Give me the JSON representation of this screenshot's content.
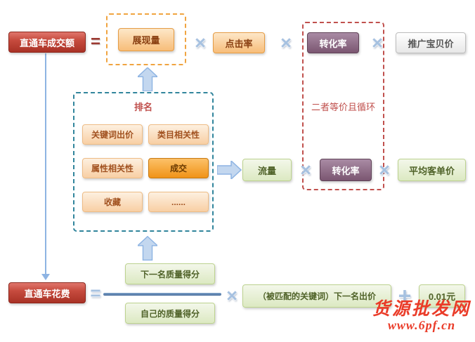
{
  "formula_top": {
    "result": "直通车成交额",
    "impressions": "展现量",
    "ctr": "点击率",
    "cvr": "转化率",
    "price": "推广宝贝价"
  },
  "ranking": {
    "title": "排名",
    "items": [
      "关键词出价",
      "类目相关性",
      "属性相关性",
      "成交",
      "收藏",
      "......"
    ]
  },
  "formula_mid": {
    "traffic": "流量",
    "cvr": "转化率",
    "avg_price": "平均客单价"
  },
  "loop_note": "二者等价且循环",
  "formula_bottom": {
    "result": "直通车花费",
    "numerator": "下一名质量得分",
    "denominator": "自己的质量得分",
    "next_bid": "（被匹配的关键词）下一名出价",
    "increment": "0.01元"
  },
  "operators": {
    "equals": "=",
    "multiply": "×",
    "plus": "+"
  },
  "watermark": {
    "title": "货源批发网",
    "url": "www.6pf.cn"
  },
  "colors": {
    "node_red": "#b93a2e",
    "node_orange": "#f0a440",
    "node_purple": "#7b5671",
    "node_green": "#dce9c2",
    "dashed_blue": "#31859c",
    "dashed_red": "#c0504d",
    "arrow_blue": "#8eb4e3"
  }
}
